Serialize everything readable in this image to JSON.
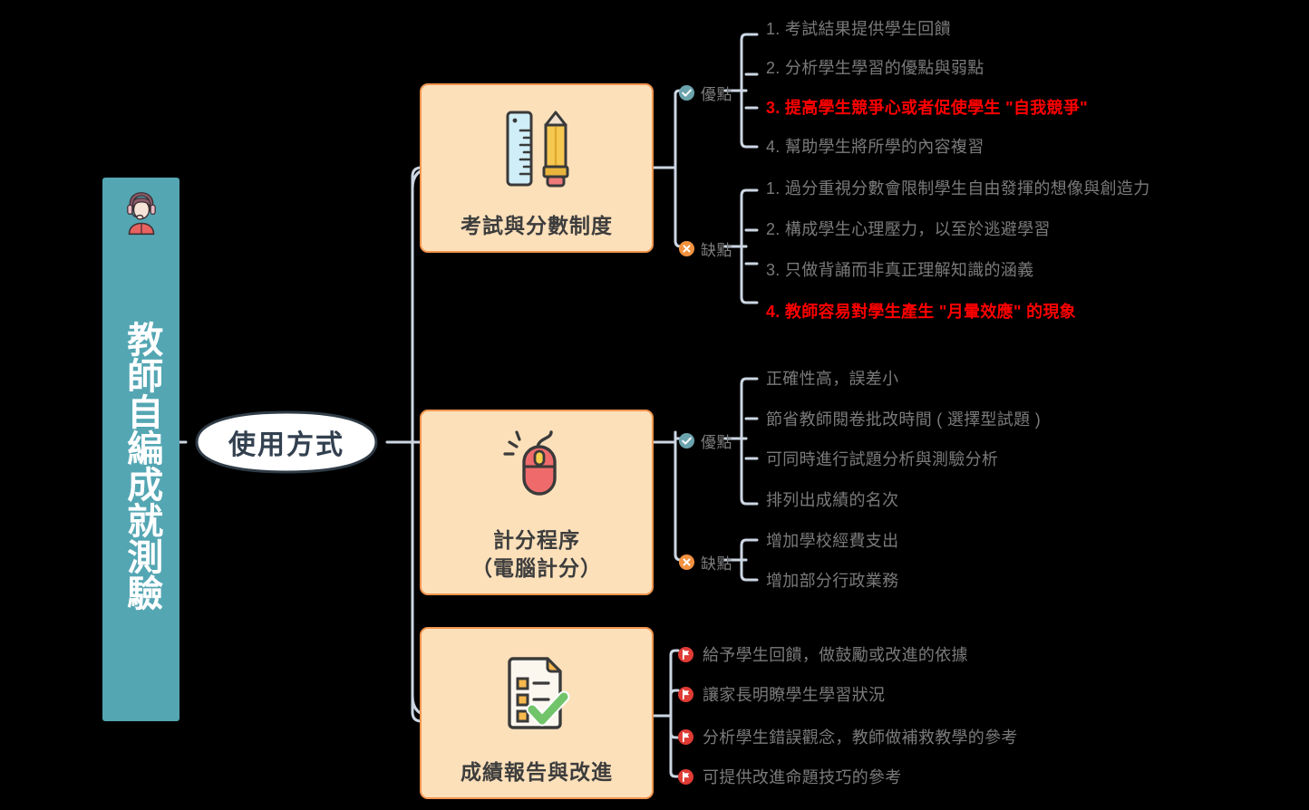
{
  "root": {
    "title": "教師自編成就測驗",
    "icon": "person-with-headset-icon",
    "bg_color": "#54a6b3",
    "text_color": "#ffffff"
  },
  "center_label": {
    "text": "使用方式",
    "shape": "lens-bubble",
    "bg_color": "#ffffff",
    "text_color": "#32404f"
  },
  "colors": {
    "topic_fill": "#fce0ba",
    "topic_border": "#f2954e",
    "connector": "#ccd6e3",
    "body_text": "#7a7a7a",
    "highlight_text": "#ff0000",
    "pro_badge": "#6ba3ad",
    "con_badge": "#f2913f",
    "flag_badge": "#e03b35",
    "background": "#000000"
  },
  "topics": [
    {
      "label": "考試與分數制度",
      "icon": "ruler-and-pencil-icon",
      "groups": [
        {
          "label": "優點",
          "badge": "check-circle-icon",
          "items": [
            {
              "text": "1. 考試結果提供學生回饋",
              "highlight": false
            },
            {
              "text": "2. 分析學生學習的優點與弱點",
              "highlight": false
            },
            {
              "text": "3. 提高學生競爭心或者促使學生 \"自我競爭\"",
              "highlight": true
            },
            {
              "text": "4. 幫助學生將所學的內容複習",
              "highlight": false
            }
          ]
        },
        {
          "label": "缺點",
          "badge": "x-circle-icon",
          "items": [
            {
              "text": "1. 過分重視分數會限制學生自由發揮的想像與創造力",
              "highlight": false
            },
            {
              "text": "2. 構成學生心理壓力，以至於逃避學習",
              "highlight": false
            },
            {
              "text": "3. 只做背誦而非真正理解知識的涵義",
              "highlight": false
            },
            {
              "text": "4. 教師容易對學生產生 \"月暈效應\" 的現象",
              "highlight": true
            }
          ]
        }
      ]
    },
    {
      "label": "計分程序\n（電腦計分）",
      "label_line1": "計分程序",
      "label_line2": "（電腦計分）",
      "icon": "computer-mouse-icon",
      "groups": [
        {
          "label": "優點",
          "badge": "check-circle-icon",
          "items": [
            {
              "text": "正確性高，誤差小",
              "highlight": false
            },
            {
              "text": "節省教師閱卷批改時間 ( 選擇型試題 )",
              "highlight": false
            },
            {
              "text": "可同時進行試題分析與測驗分析",
              "highlight": false
            },
            {
              "text": "排列出成績的名次",
              "highlight": false
            }
          ]
        },
        {
          "label": "缺點",
          "badge": "x-circle-icon",
          "items": [
            {
              "text": "增加學校經費支出",
              "highlight": false
            },
            {
              "text": "增加部分行政業務",
              "highlight": false
            }
          ]
        }
      ]
    },
    {
      "label": "成績報告與改進",
      "icon": "checklist-document-icon",
      "flag_items": [
        {
          "text": "給予學生回饋，做鼓勵或改進的依據",
          "badge": "red-flag-icon"
        },
        {
          "text": "讓家長明瞭學生學習狀況",
          "badge": "red-flag-icon"
        },
        {
          "text": "分析學生錯誤觀念，教師做補救教學的參考",
          "badge": "red-flag-icon"
        },
        {
          "text": "可提供改進命題技巧的參考",
          "badge": "red-flag-icon"
        }
      ]
    }
  ]
}
